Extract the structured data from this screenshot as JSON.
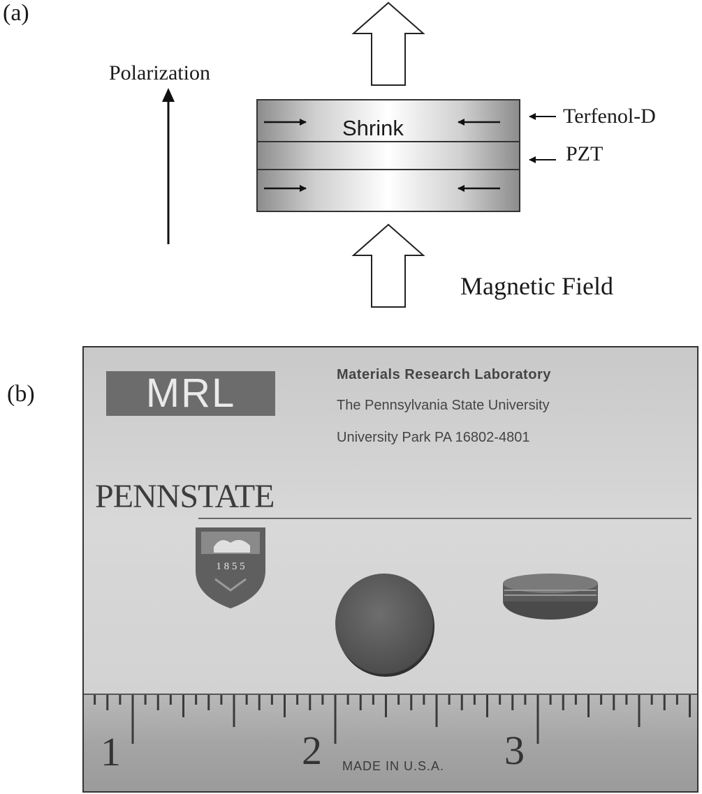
{
  "panel_a": {
    "label": "(a)",
    "polarization_label": "Polarization",
    "shrink_label": "Shrink",
    "terfenol_label": "Terfenol-D",
    "pzt_label": "PZT",
    "magnetic_field_label": "Magnetic Field"
  },
  "panel_b": {
    "label": "(b)",
    "card": {
      "logo_text": "MRL",
      "line1": "Materials Research Laboratory",
      "line2": "The Pennsylvania State University",
      "line3": "University Park  PA  16802-4801",
      "pennstate": "PENNSTATE",
      "shield_year": "1 8 5 5"
    },
    "ruler": {
      "numbers": [
        "1",
        "2",
        "3"
      ],
      "imprint": "MADE IN U.S.A."
    }
  }
}
